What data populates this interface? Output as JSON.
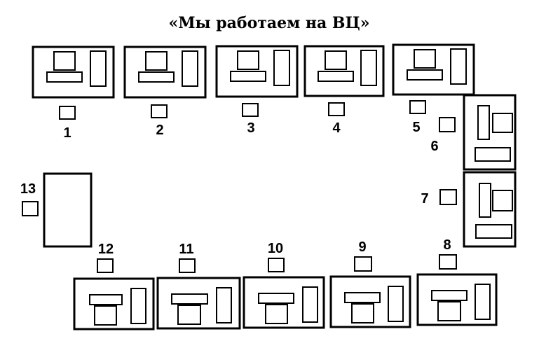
{
  "title": "«Мы работаем на ВЦ»",
  "workstations": [
    {
      "number": "1"
    },
    {
      "number": "2"
    },
    {
      "number": "3"
    },
    {
      "number": "4"
    },
    {
      "number": "5"
    },
    {
      "number": "6"
    },
    {
      "number": "7"
    },
    {
      "number": "8"
    },
    {
      "number": "9"
    },
    {
      "number": "10"
    },
    {
      "number": "11"
    },
    {
      "number": "12"
    },
    {
      "number": "13"
    }
  ]
}
